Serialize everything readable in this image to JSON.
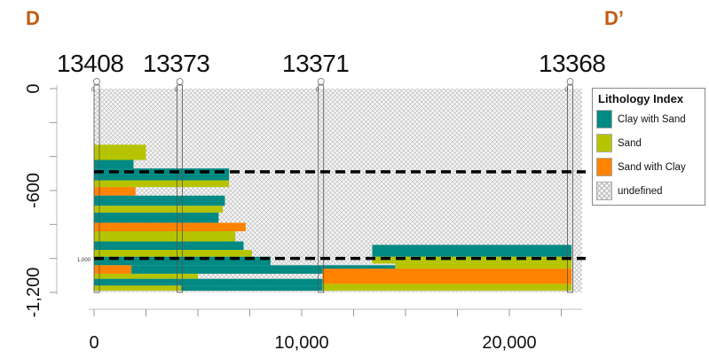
{
  "section": {
    "start_label": "D",
    "end_label": "D’"
  },
  "wells": [
    {
      "id": "13408",
      "x": 0,
      "top_label": "0"
    },
    {
      "id": "13373",
      "x": 4000,
      "top_label": "0"
    },
    {
      "id": "13371",
      "x": 10800,
      "top_label": "0"
    },
    {
      "id": "13368",
      "x": 22800,
      "top_label": "0"
    }
  ],
  "inline_depth_label": "1,000",
  "legend": {
    "title": "Lithology Index",
    "items": [
      {
        "label": "Clay with Sand",
        "color": "#008a83"
      },
      {
        "label": "Sand",
        "color": "#b6c400"
      },
      {
        "label": "Sand with Clay",
        "color": "#ff8200"
      },
      {
        "label": "undefined",
        "color": "hatch"
      }
    ]
  },
  "chart_data": {
    "type": "other",
    "x_ticks": [
      "0",
      "10,000",
      "20,000"
    ],
    "x_tick_values": [
      0,
      10000,
      20000
    ],
    "xlim": [
      0,
      23000
    ],
    "y_ticks": [
      "0",
      "-600",
      "-1,200"
    ],
    "y_tick_values": [
      0,
      -600,
      -1200
    ],
    "ylim": [
      -1200,
      0
    ],
    "dashed_lines_depth": [
      -490,
      -1000
    ],
    "lithology_bands": [
      {
        "color": "#b6c400",
        "x0": 0,
        "x1": 2500,
        "y_top": -330,
        "y_bottom": -420
      },
      {
        "color": "#008a83",
        "x0": 0,
        "x1": 1900,
        "y_top": -420,
        "y_bottom": -470
      },
      {
        "color": "#008a83",
        "x0": 0,
        "x1": 6500,
        "y_top": -470,
        "y_bottom": -540
      },
      {
        "color": "#b6c400",
        "x0": 0,
        "x1": 6500,
        "y_top": -540,
        "y_bottom": -580
      },
      {
        "color": "#ff8200",
        "x0": 0,
        "x1": 2000,
        "y_top": -580,
        "y_bottom": -630
      },
      {
        "color": "#008a83",
        "x0": 0,
        "x1": 6300,
        "y_top": -630,
        "y_bottom": -690
      },
      {
        "color": "#b6c400",
        "x0": 0,
        "x1": 6200,
        "y_top": -690,
        "y_bottom": -730
      },
      {
        "color": "#008a83",
        "x0": 0,
        "x1": 6000,
        "y_top": -730,
        "y_bottom": -790
      },
      {
        "color": "#ff8200",
        "x0": 0,
        "x1": 7300,
        "y_top": -790,
        "y_bottom": -840
      },
      {
        "color": "#b6c400",
        "x0": 0,
        "x1": 6800,
        "y_top": -840,
        "y_bottom": -900
      },
      {
        "color": "#008a83",
        "x0": 0,
        "x1": 7200,
        "y_top": -900,
        "y_bottom": -950
      },
      {
        "color": "#b6c400",
        "x0": 0,
        "x1": 7600,
        "y_top": -950,
        "y_bottom": -990
      },
      {
        "color": "#008a83",
        "x0": 0,
        "x1": 8500,
        "y_top": -990,
        "y_bottom": -1040
      },
      {
        "color": "#008a83",
        "x0": 13400,
        "x1": 23000,
        "y_top": -920,
        "y_bottom": -990
      },
      {
        "color": "#b6c400",
        "x0": 13400,
        "x1": 23000,
        "y_top": -990,
        "y_bottom": -1030
      },
      {
        "color": "#ff8200",
        "x0": 0,
        "x1": 1800,
        "y_top": -1040,
        "y_bottom": -1090
      },
      {
        "color": "#008a83",
        "x0": 1800,
        "x1": 14500,
        "y_top": -1040,
        "y_bottom": -1090
      },
      {
        "color": "#b6c400",
        "x0": 14500,
        "x1": 23000,
        "y_top": -1030,
        "y_bottom": -1060
      },
      {
        "color": "#b6c400",
        "x0": 0,
        "x1": 5000,
        "y_top": -1090,
        "y_bottom": -1120
      },
      {
        "color": "#ff8200",
        "x0": 11000,
        "x1": 23000,
        "y_top": -1060,
        "y_bottom": -1150
      },
      {
        "color": "#008a83",
        "x0": 0,
        "x1": 11000,
        "y_top": -1120,
        "y_bottom": -1160
      },
      {
        "color": "#b6c400",
        "x0": 0,
        "x1": 4200,
        "y_top": -1160,
        "y_bottom": -1190
      },
      {
        "color": "#008a83",
        "x0": 4200,
        "x1": 11000,
        "y_top": -1160,
        "y_bottom": -1190
      },
      {
        "color": "#b6c400",
        "x0": 11000,
        "x1": 23000,
        "y_top": -1150,
        "y_bottom": -1190
      }
    ]
  }
}
